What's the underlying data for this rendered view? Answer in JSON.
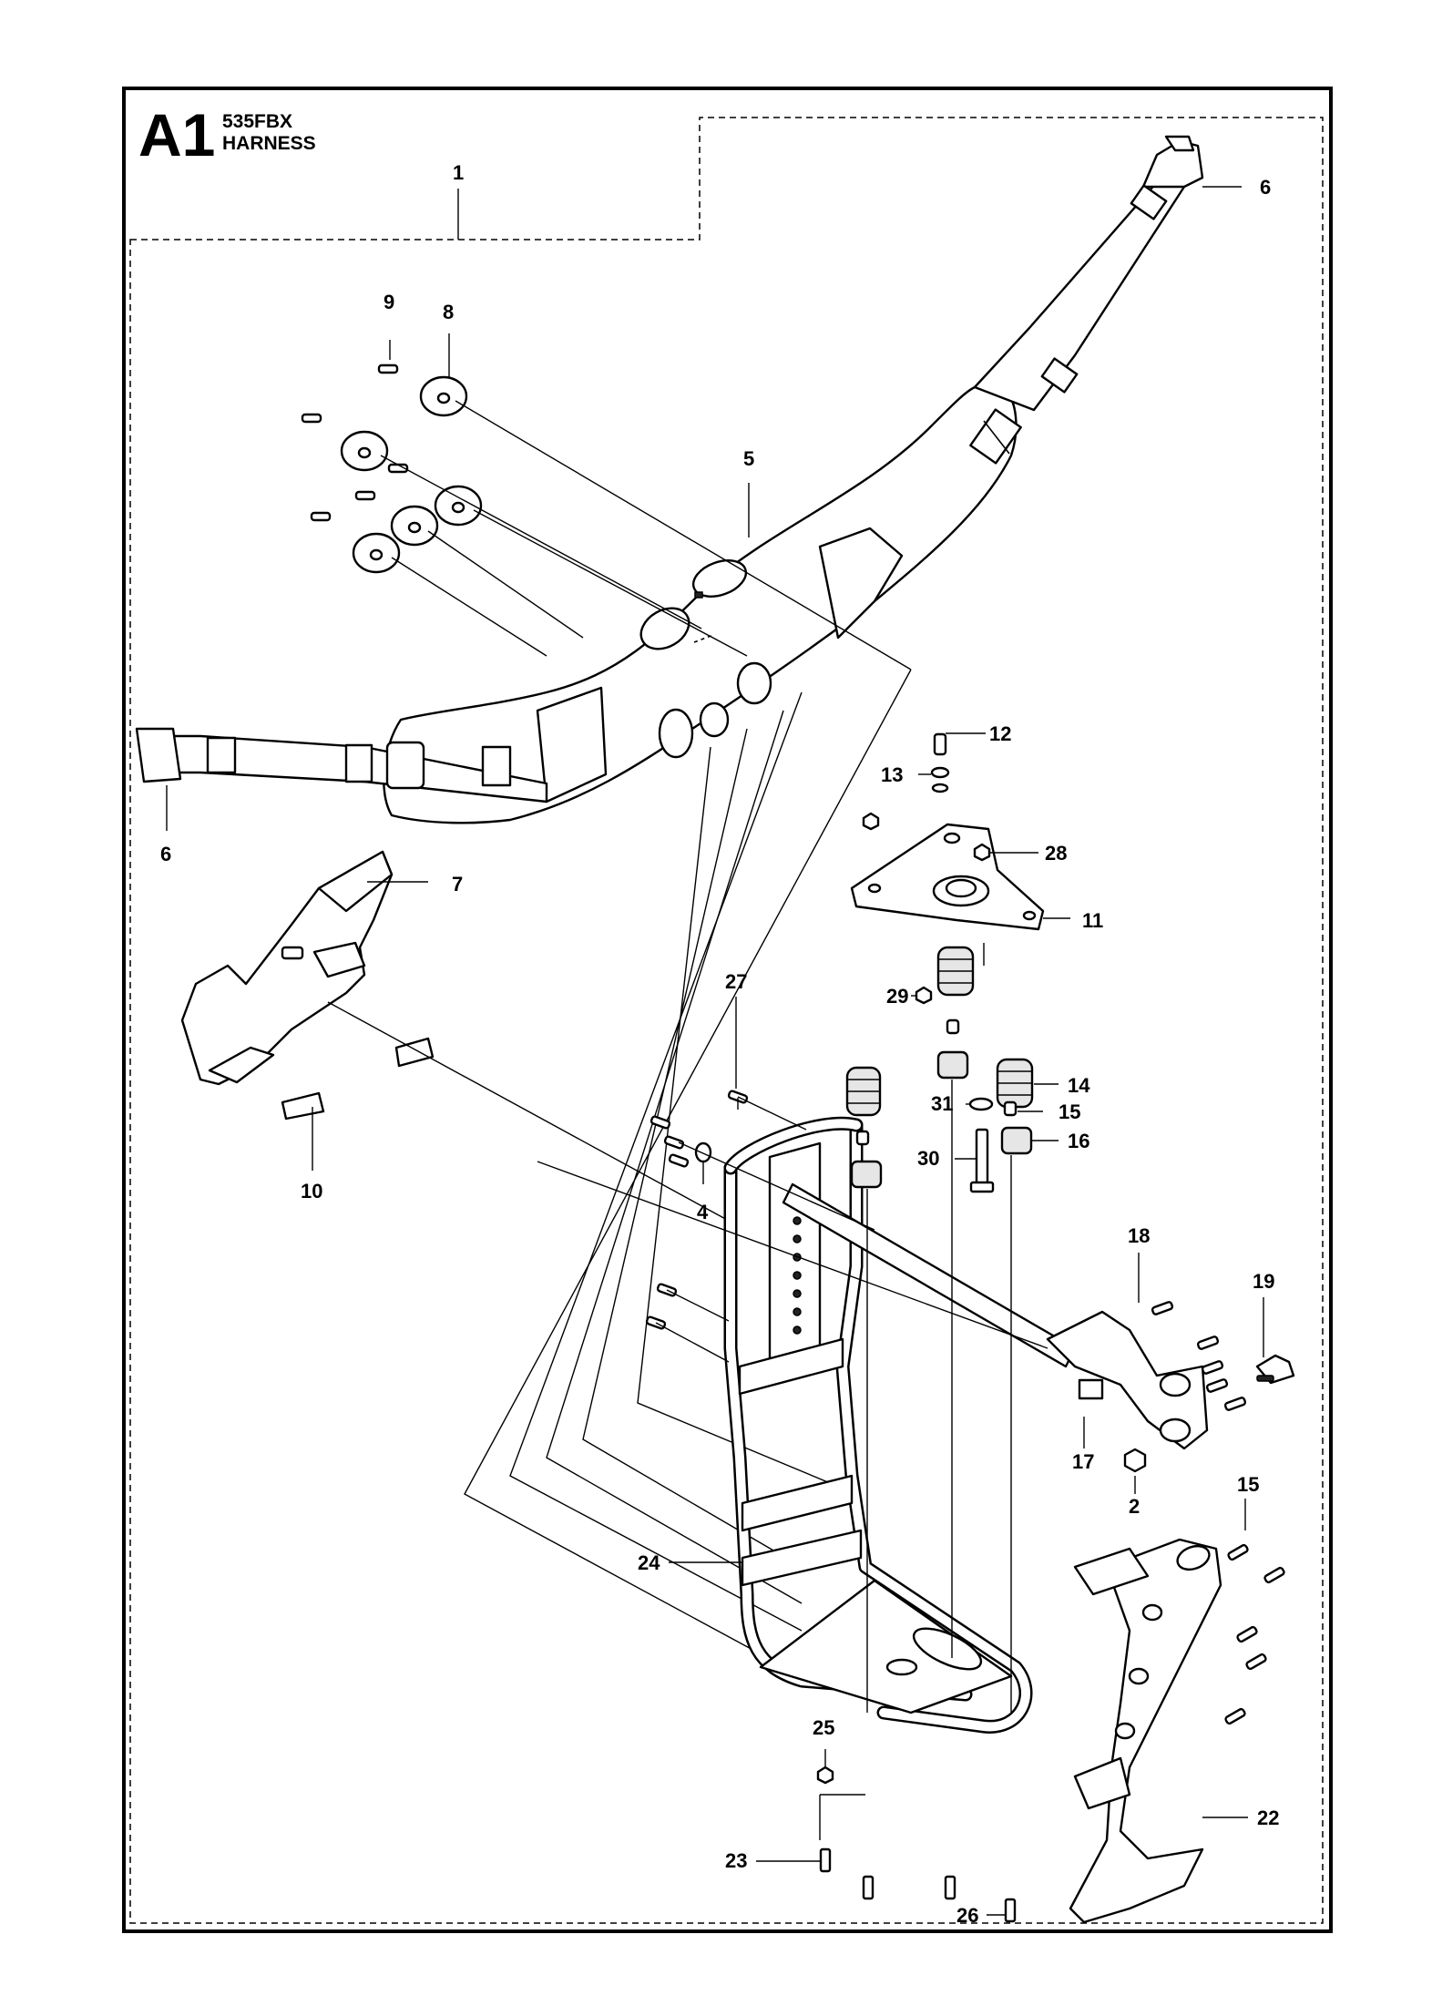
{
  "header": {
    "code": "A1",
    "model": "535FBX",
    "title": "HARNESS"
  },
  "callouts": {
    "c1": "1",
    "c2": "2",
    "c4": "4",
    "c5": "5",
    "c6": "6",
    "c7": "7",
    "c8": "8",
    "c9": "9",
    "c10": "10",
    "c11": "11",
    "c12": "12",
    "c13": "13",
    "c14": "14",
    "c15": "15",
    "c16": "16",
    "c17": "17",
    "c18": "18",
    "c19": "19",
    "c22": "22",
    "c23": "23",
    "c24": "24",
    "c25": "25",
    "c26": "26",
    "c27": "27",
    "c28": "28",
    "c29": "29",
    "c30": "30",
    "c31": "31"
  }
}
